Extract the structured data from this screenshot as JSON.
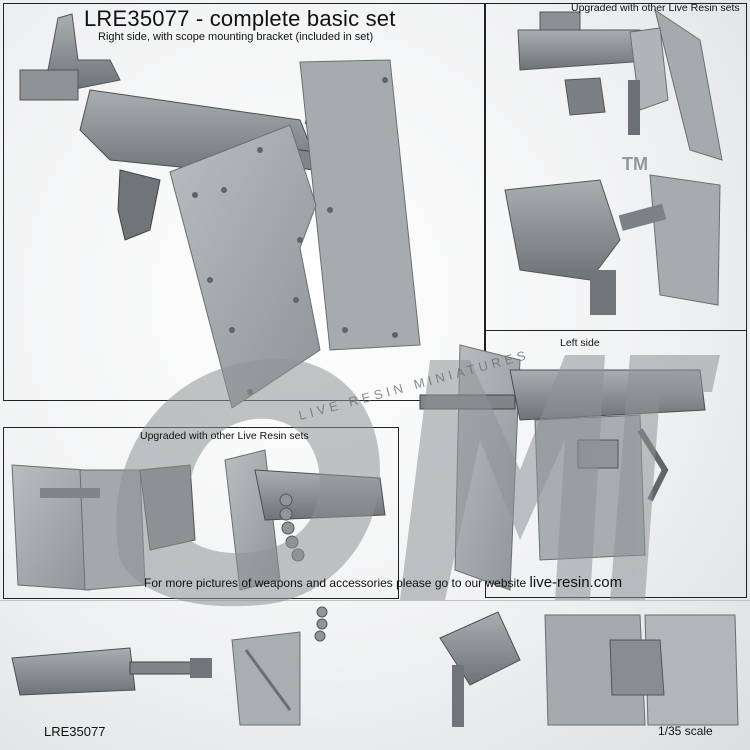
{
  "header": {
    "title": "LRE35077 - complete basic set",
    "subtitle": "Right side, with scope mounting bracket (included in set)"
  },
  "captions": {
    "top_right": "Upgraded with other Live Resin sets",
    "left_side": "Left side",
    "mid_left": "Upgraded with other Live Resin sets",
    "website_prefix": "For more pictures of weapons and accessories please go to our website ",
    "website": "live-resin.com"
  },
  "footer": {
    "code": "LRE35077",
    "scale": "1/35 scale"
  },
  "watermark": {
    "text": "LIVE RESIN MINIATURES",
    "trademark": "TM"
  },
  "colors": {
    "model_gray": "#9aa0a3",
    "model_shadow": "#6c7275",
    "model_light": "#c3c7c9",
    "watermark": "#8e9396"
  }
}
